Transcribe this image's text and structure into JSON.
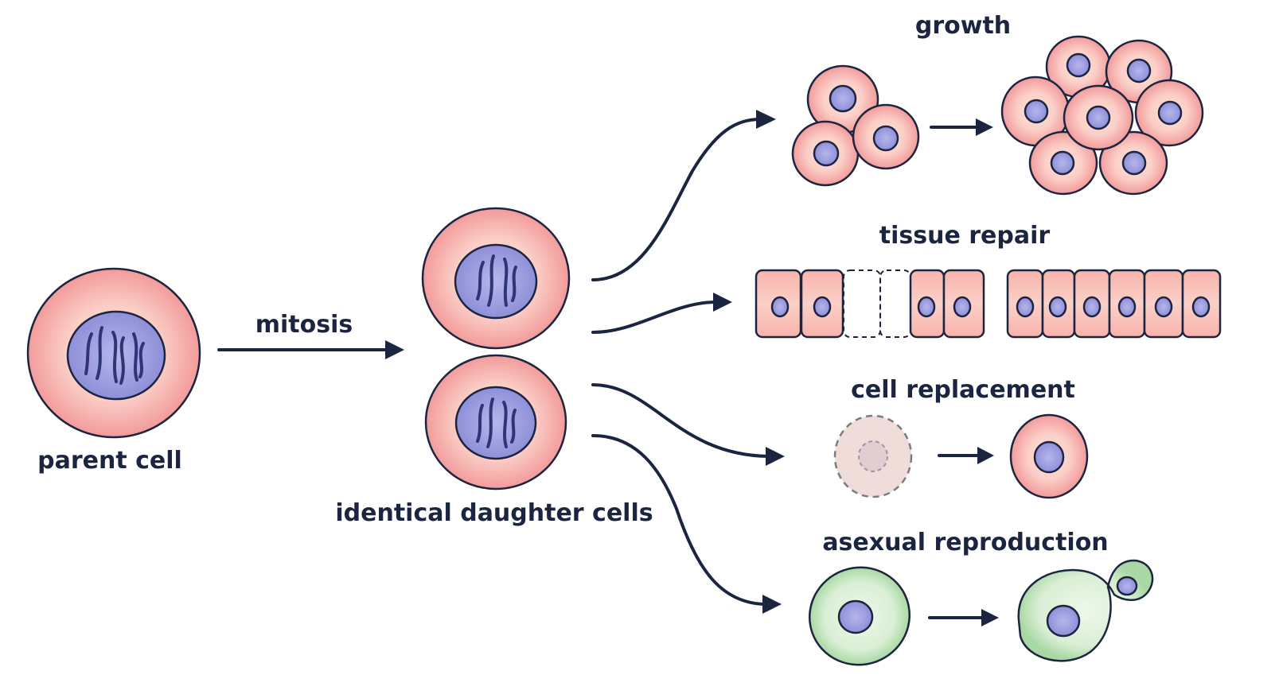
{
  "labels": {
    "parent": "parent cell",
    "mitosis": "mitosis",
    "daughters": "identical daughter cells",
    "growth": "growth",
    "tissue_repair": "tissue repair",
    "cell_replacement": "cell replacement",
    "asexual_reproduction": "asexual reproduction"
  },
  "colors": {
    "outline": "#1b2540",
    "cytoplasm_edge": "#f29b9b",
    "cytoplasm_core": "#fbd3cc",
    "nucleus": "#8f8fd9",
    "nucleus_light": "#b3b3ea",
    "yeast_edge": "#a9d8a5",
    "yeast_core": "#e4f3e0",
    "dead_cell": "#f0ddda"
  }
}
